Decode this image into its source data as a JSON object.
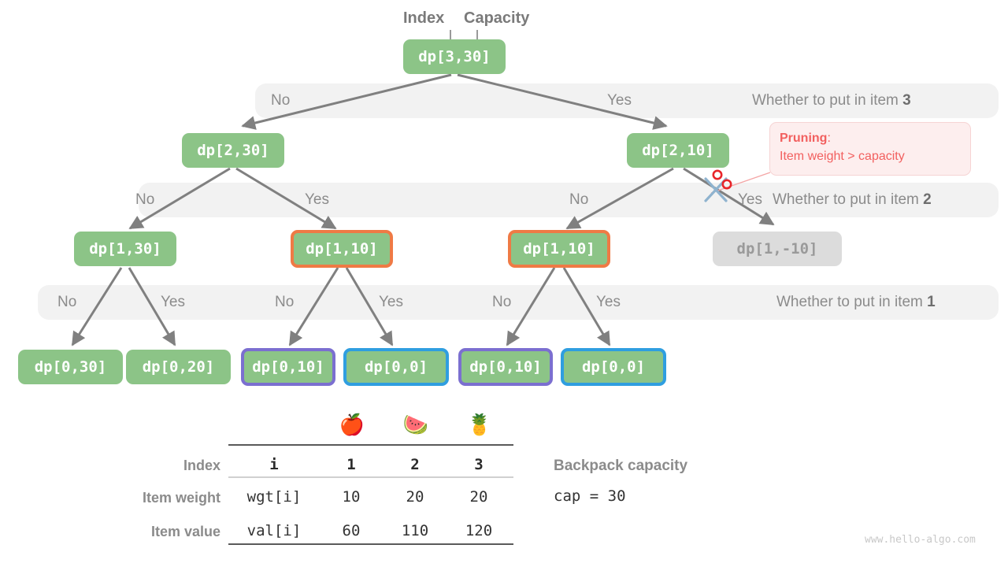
{
  "header": {
    "index_label": "Index",
    "capacity_label": "Capacity"
  },
  "bands": [
    {
      "no": "No",
      "yes": "Yes",
      "question": "Whether to put in item ",
      "item": "3"
    },
    {
      "no": "No",
      "yes": "Yes",
      "question": "Whether to put in item ",
      "item": "2"
    },
    {
      "no": "No",
      "yes": "Yes",
      "question": "Whether to put in item ",
      "item": "1"
    }
  ],
  "band2_extra": {
    "no": "No",
    "yes": "Yes"
  },
  "band3_extra": {
    "no": "No",
    "yes": "Yes"
  },
  "nodes": {
    "root": "dp[3,30]",
    "l1_left": "dp[2,30]",
    "l1_right": "dp[2,10]",
    "l2_a": "dp[1,30]",
    "l2_b": "dp[1,10]",
    "l2_c": "dp[1,10]",
    "l2_d": "dp[1,-10]",
    "leaf1": "dp[0,30]",
    "leaf2": "dp[0,20]",
    "leaf3": "dp[0,10]",
    "leaf4": "dp[0,0]",
    "leaf5": "dp[0,10]",
    "leaf6": "dp[0,0]"
  },
  "pruning": {
    "title": "Pruning",
    "colon": ":",
    "reason": "Item weight > capacity"
  },
  "table": {
    "row_labels": [
      "Index",
      "Item weight",
      "Item value"
    ],
    "first_col": [
      "i",
      "wgt[i]",
      "val[i]"
    ],
    "icons": [
      "apple-icon",
      "watermelon-icon",
      "pineapple-icon"
    ],
    "icon_glyphs": [
      "🍎",
      "🍉",
      "🍍"
    ],
    "columns": [
      "1",
      "2",
      "3"
    ],
    "weights": [
      "10",
      "20",
      "20"
    ],
    "values": [
      "60",
      "110",
      "120"
    ]
  },
  "capacity": {
    "title": "Backpack capacity",
    "value": "cap = 30"
  },
  "watermark": "www.hello-algo.com",
  "colors": {
    "node_green": "#8cc487",
    "node_muted": "#dcdcdc",
    "orange": "#ef7a45",
    "purple": "#7b6fd0",
    "blue": "#2f9ee0",
    "prune_red": "#f2605f",
    "band_gray": "#f2f2f2",
    "arrow_gray": "#808080"
  },
  "chart_data": {
    "type": "table",
    "title": "0-1 Knapsack decision tree with pruning",
    "items": [
      {
        "index": 1,
        "weight": 10,
        "value": 60,
        "icon": "apple"
      },
      {
        "index": 2,
        "weight": 20,
        "value": 110,
        "icon": "watermelon"
      },
      {
        "index": 3,
        "weight": 20,
        "value": 120,
        "icon": "pineapple"
      }
    ],
    "capacity": 30,
    "tree_levels": [
      [
        "dp[3,30]"
      ],
      [
        "dp[2,30]",
        "dp[2,10]"
      ],
      [
        "dp[1,30]",
        "dp[1,10]",
        "dp[1,10]",
        "dp[1,-10]"
      ],
      [
        "dp[0,30]",
        "dp[0,20]",
        "dp[0,10]",
        "dp[0,0]",
        "dp[0,10]",
        "dp[0,0]"
      ]
    ],
    "pruned_node": "dp[1,-10]",
    "overlapping_subproblems": [
      "dp[1,10]",
      "dp[0,10]",
      "dp[0,0]"
    ]
  }
}
